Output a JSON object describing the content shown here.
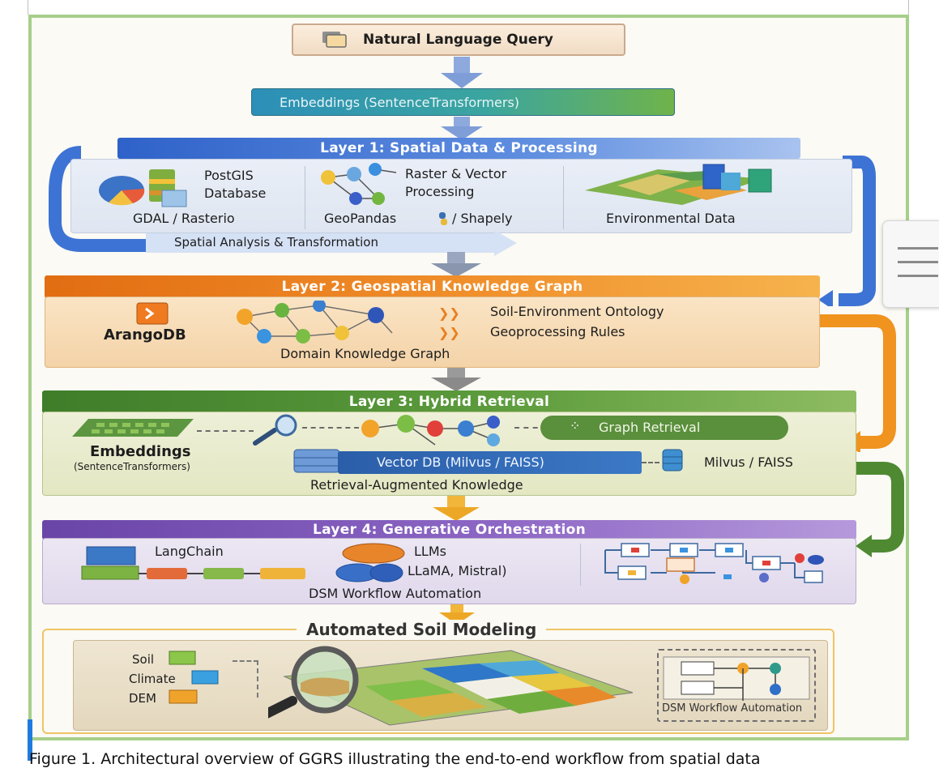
{
  "query": {
    "label": "Natural Language Query"
  },
  "embeddings": {
    "label": "Embeddings (SentenceTransformers)"
  },
  "layer1": {
    "title": "Layer 1: Spatial Data & Processing",
    "postgis": [
      "PostGIS",
      "Database"
    ],
    "raster": [
      "Raster & Vector",
      "Processing"
    ],
    "gdal": "GDAL / Rasterio",
    "geopandas_a": "GeoPandas",
    "geopandas_b": "/ Shapely",
    "env": "Environmental Data",
    "spatial": "Spatial Analysis & Transformation"
  },
  "layer2": {
    "title": "Layer 2: Geospatial Knowledge Graph",
    "arango": "ArangoDB",
    "ontology": "Soil-Environment Ontology",
    "rules": "Geoprocessing Rules",
    "domain": "Domain Knowledge Graph"
  },
  "layer3": {
    "title": "Layer 3: Hybrid Retrieval",
    "emb": "Embeddings",
    "emb_sub": "(SentenceTransformers)",
    "graph": "Graph Retrieval",
    "vector": "Vector DB (Milvus / FAISS)",
    "milvus": "Milvus / FAISS",
    "rak": "Retrieval-Augmented Knowledge"
  },
  "layer4": {
    "title": "Layer 4: Generative Orchestration",
    "langchain": "LangChain",
    "llms": "LLMs",
    "llama": "LLaMA, Mistral)",
    "dsm": "DSM Workflow Automation"
  },
  "model": {
    "title": "Automated Soil Modeling",
    "soil": "Soil",
    "climate": "Climate",
    "dem": "DEM",
    "dsm": "DSM Workflow Automation"
  },
  "caption": "Figure 1. Architectural overview of GGRS illustrating the end-to-end workflow from spatial data",
  "colors": {
    "layer1": "#3b6fd0",
    "layer2": "#e8801f",
    "layer3": "#4d8a33",
    "layer4": "#7a52b8",
    "frame": "#a6cf8a"
  }
}
